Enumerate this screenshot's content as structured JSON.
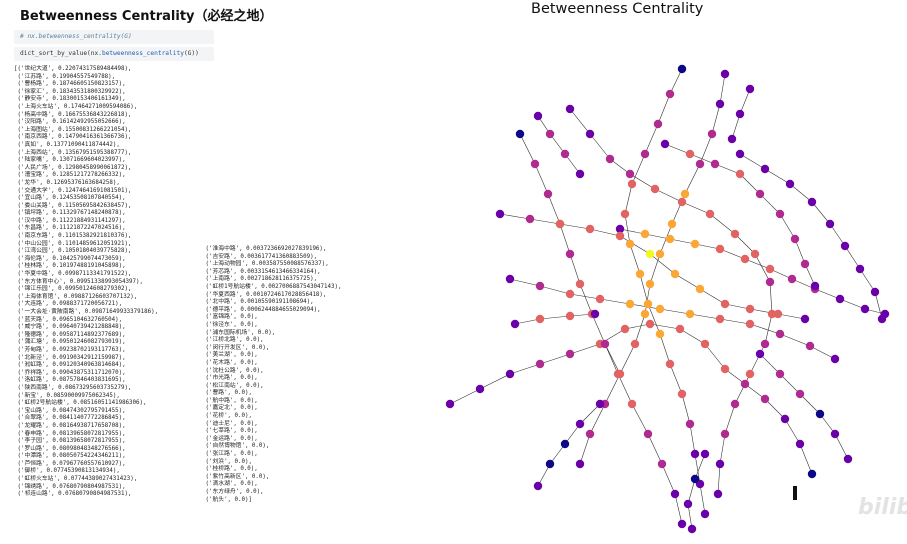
{
  "notebook": {
    "title": "Betweenness Centrality（必经之地）",
    "cell1_code": "# nx.betweenness_centrality(G)",
    "cell2_prefix": "dict_sort_by_value(nx.",
    "cell2_fn": "betweenness_centrality",
    "cell2_suffix": "(G))",
    "output_col1": [
      "[('世纪大道', 0.22074317589484498),",
      " ('江苏路', 0.19904557549788),",
      " ('曹杨路', 0.18746605150823157),",
      " ('徐家汇', 0.18343531800329922),",
      " ('静安寺', 0.18300153406161349),",
      " ('上海火车站', 0.17464271009594086),",
      " ('杨高中路', 0.16675536843226818),",
      " ('汉阳路', 0.16142492955052666),",
      " ('上海图站', 0.15500831266221054),",
      " ('南京西路', 0.14790416361366736),",
      " ('真如', 0.13771090411874442),",
      " ('上海西站', 0.13567951595388777),",
      " ('陆家嘴', 0.13071669604023997),",
      " ('人民广场', 0.12980458990061872),",
      " ('漕宝路', 0.12851217278266332),",
      " ('龙华', 0.12695376163684258),",
      " ('交通大学', 0.12474641691081501),",
      " ('宜山路', 0.12453508107840554),",
      " ('娄山关路', 0.11505695842638457),",
      " ('镇坪路', 0.11329767148240878),",
      " ('汉中路', 0.11221884931141297),",
      " ('东昌路', 0.11121872247024516),",
      " ('南京东路', 0.11015382921810376),",
      " ('中山公园', 0.11014859612051921),",
      " ('江湾公园', 0.10501804039775828),",
      " ('海伦路', 0.10425799074473059),",
      " ('桂林路', 0.10197488191045898),",
      " ('华夏中路', 0.09987113341791522),",
      " ('东方体育中心', 0.09951338993054397),",
      " ('锦江乐园', 0.09950124608279302),",
      " ('上海体育馆', 0.09887126603707132),",
      " ('大连路', 0.0988371720056721),",
      " ('一大会址·黄陂南路', 0.09871649933379186),",
      " ('蓝天路', 0.0965104632760504),",
      " ('威宁路', 0.09640739421288848),",
      " ('隆德路', 0.09587114892377689),",
      " ('蒲汇塘', 0.09501246082793019),",
      " ('芳甸路', 0.09238702193117763),",
      " ('北新泾', 0.09190342912159987),",
      " ('淞虹路', 0.09120340963814684),",
      " ('乔祥路', 0.09043875311712070),",
      " ('洛虹路', 0.08757846403831695),",
      " ('陕西南路', 0.08673295603735279),",
      " ('新宝', 0.08590009975062345),",
      " ('虹桥2号航站楼', 0.08516051141986306),",
      " ('宝山路', 0.08474302795791455),",
      " ('合翠路', 0.08411407772286845),",
      " ('龙耀路', 0.08164938717658708),",
      " ('春申路', 0.08139658072817955),",
      " ('李子园', 0.08139658072817955),",
      " ('罗山路', 0.08098048348276566),",
      " ('中潭路', 0.08050754224346211),",
      " ('芦恒路', 0.07967760557610927),",
      " ('御桥', 0.07745390813134934),",
      " ('虹桥火车站', 0.07744389027431423),",
      " ('锦绣路', 0.07680790804987531),",
      " ('祁连山路', 0.07680790804987531),"
    ],
    "output_col2": [
      " ('淮海中路', 0.0037236692027839196),",
      " ('吉安路', 0.003617741360883509),",
      " ('上海动物园', 0.003587550088576337),",
      " ('芳芯路', 0.0033154613466334164),",
      " ('上南路', 0.002718628116375725),",
      " ('虹桥1号航站楼', 0.0027006887543047143),",
      " ('华夏西路', 0.0010724617028856418),",
      " ('北中路', 0.00105590191108694),",
      " ('德平路', 0.0006244884655029094),",
      " ('富锦路', 0.0),",
      " ('徐泾东', 0.0),",
      " ('浦东国际机场', 0.0),",
      " ('江桥北路', 0.0),",
      " ('闵行开发区', 0.0),",
      " ('美兰湖', 0.0),",
      " ('花木路', 0.0),",
      " ('沈杜公路', 0.0),",
      " ('市光路', 0.0),",
      " ('松江南站', 0.0),",
      " ('曹路', 0.0),",
      " ('航中路', 0.0),",
      " ('嘉定北', 0.0),",
      " ('花桥', 0.0),",
      " ('迪士尼', 0.0),",
      " ('七莘路', 0.0),",
      " ('金运路', 0.0),",
      " ('自然博物馆', 0.0),",
      " ('张江路', 0.0),",
      " ('刘浜', 0.0),",
      " ('桂桥路', 0.0),",
      " ('紫竹高新区', 0.0),",
      " ('滴水湖', 0.0),",
      " ('东方绿舟', 0.0),",
      " ('航头', 0.0)]"
    ]
  },
  "graph": {
    "title": "Betweenness Centrality",
    "colormap": [
      "#0d0887",
      "#6a00a8",
      "#b12a90",
      "#e16462",
      "#fca636",
      "#f0f921"
    ],
    "edge_color": "#333333"
  },
  "watermark": "bilib"
}
